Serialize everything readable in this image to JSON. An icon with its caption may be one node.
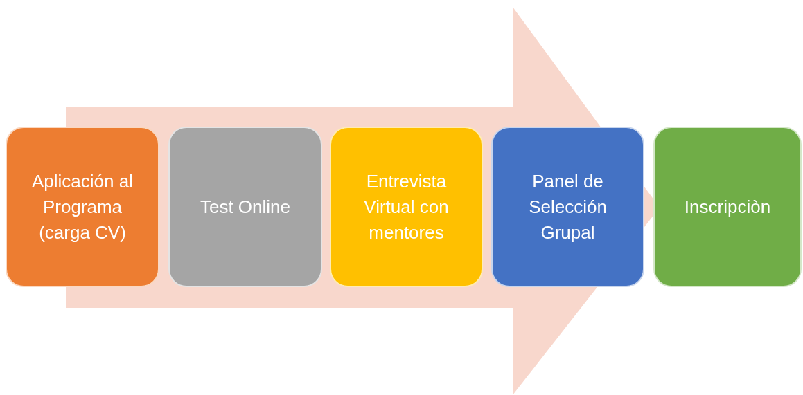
{
  "diagram": {
    "nodes": [
      {
        "text": [
          "Aplicación al Programa (carga CV)"
        ]
      },
      {
        "text": [
          "Test Online"
        ]
      },
      {
        "text": [
          "Entrevista Virtual con mentores"
        ]
      },
      {
        "text": [
          "Panel de Selección Grupal"
        ]
      },
      {
        "text": [
          "Inscripciòn"
        ]
      }
    ],
    "edges": [
      {
        "from": 0,
        "to": 4,
        "arrow": "to"
      }
    ]
  }
}
